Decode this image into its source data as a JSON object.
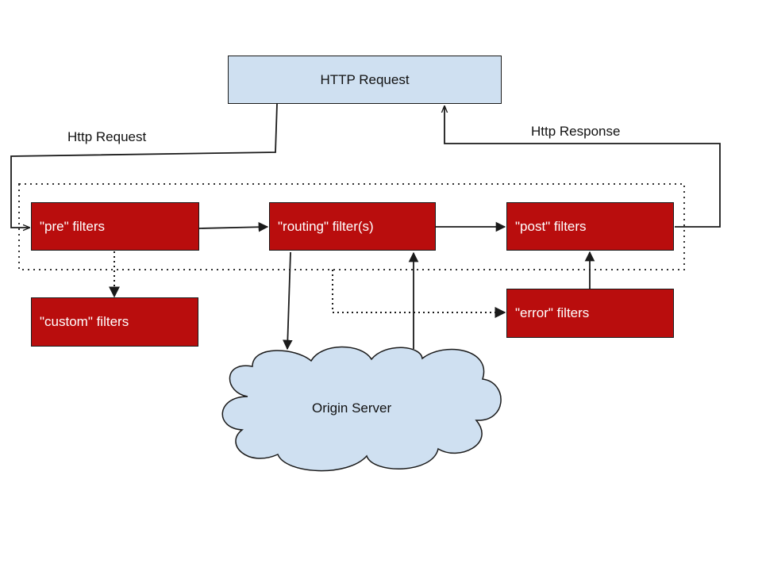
{
  "colors": {
    "filter_fill": "#b90d0d",
    "request_fill": "#cfe0f1",
    "cloud_fill": "#cfe0f1",
    "line": "#1a1a1a"
  },
  "nodes": {
    "http_request": "HTTP Request",
    "pre": "\"pre\" filters",
    "routing": "\"routing\" filter(s)",
    "post": "\"post\" filters",
    "custom": "\"custom\" filters",
    "error": "\"error\" filters",
    "origin": "Origin Server"
  },
  "edge_labels": {
    "request": "Http Request",
    "response": "Http Response"
  },
  "edges": [
    {
      "from": "http_request",
      "to": "pre",
      "style": "solid",
      "label": "Http Request"
    },
    {
      "from": "pre",
      "to": "routing",
      "style": "solid"
    },
    {
      "from": "routing",
      "to": "post",
      "style": "solid"
    },
    {
      "from": "post",
      "to": "http_request",
      "style": "solid",
      "label": "Http Response"
    },
    {
      "from": "pre",
      "to": "custom",
      "style": "dotted"
    },
    {
      "from": "routing",
      "to": "origin",
      "style": "solid"
    },
    {
      "from": "origin",
      "to": "routing",
      "style": "solid"
    },
    {
      "from": "filter_group",
      "to": "error",
      "style": "dotted"
    },
    {
      "from": "error",
      "to": "post",
      "style": "solid"
    }
  ],
  "groups": [
    {
      "name": "filter_group",
      "members": [
        "pre",
        "routing",
        "post"
      ],
      "style": "dotted"
    }
  ]
}
